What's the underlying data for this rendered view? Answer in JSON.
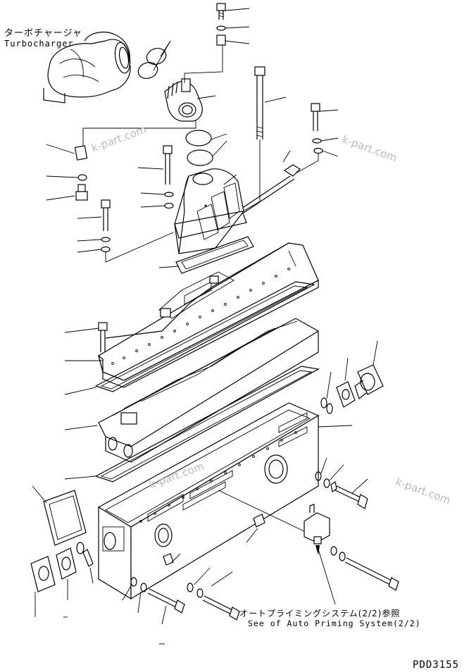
{
  "labels": {
    "turbocharger_jp": "ターボチャージャ",
    "turbocharger_en": "Turbocharger",
    "ref_jp": "オートプライミングシステム(2/2)参照",
    "ref_en": "See of Auto Priming System(2/2)",
    "drawing_code": "PDD3155"
  },
  "watermarks": [
    "k-part.com",
    "k-part.com",
    "k-part.com",
    "k-part.com"
  ]
}
